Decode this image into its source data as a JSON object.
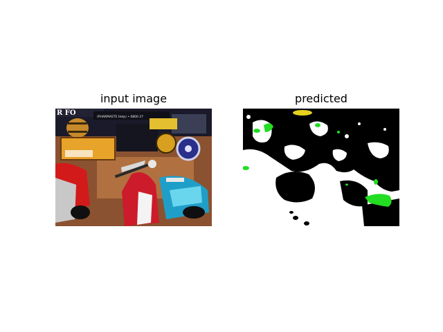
{
  "figure": {
    "panels": [
      {
        "title": "input image"
      },
      {
        "title": "predicted"
      }
    ],
    "photo_caption_fragment": "(PHARMASTE Help) • 0800 27",
    "photo_banner_fragment": "R FO",
    "colors": {
      "background": "#ffffff",
      "mask_black": "#000000",
      "mask_white": "#ffffff",
      "mask_green": "#22dd22",
      "mask_yellow": "#e6d21e"
    }
  }
}
